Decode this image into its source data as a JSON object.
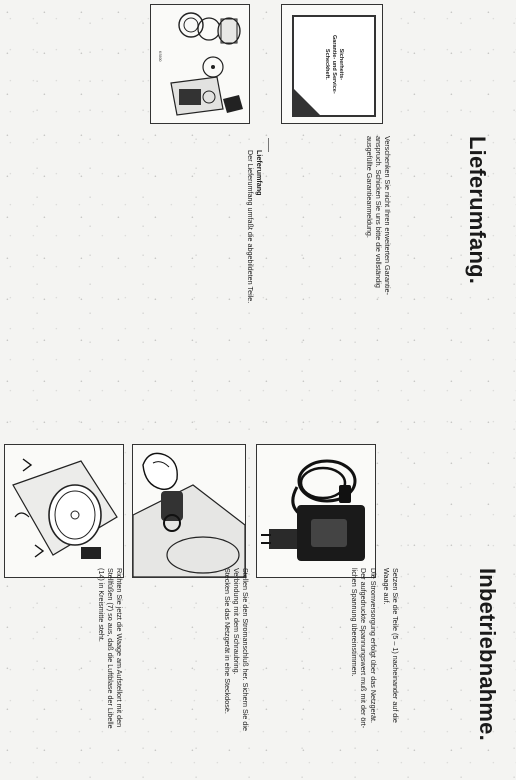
{
  "lieferumfang": {
    "heading": "Lieferumfang.",
    "warranty_lines": [
      "Verschenken Sie nicht Ihren erweiterten Garantie-",
      "anspruch. Schicken Sie uns bitte die vollständig",
      "ausgefüllte Garantieanmeldung."
    ],
    "sub_heading": "Lieferumfang",
    "sub_text": "Der Lieferumfang umfaßt die abgebildeten Teile.",
    "card_lines": [
      "Sicherheits-",
      "Garantie- und Service-",
      "Scheckheft."
    ],
    "model_label": "KS600"
  },
  "inbetriebnahme": {
    "heading": "Inbetriebnahme.",
    "step1_lines": [
      "Setzen Sie die Teile (5 – 1) nacheinander auf die",
      "Waage auf."
    ],
    "step1_parts": "(5 – 1)",
    "step2_lines": [
      "Die Stromversorgung erfolgt über das Netzgerät.",
      "Der aufgedruckte Spannungswert muß mit der ört-",
      "lichen Spannung übereinstimmen."
    ],
    "step3_lines": [
      "Stellen Sie den Stromanschluß her. Sichern Sie die",
      "Verbindung mit dem Schraubring.",
      "Stecken Sie das Netzgerät in eine Steckdose."
    ],
    "step4_lines": [
      "Richten Sie jetzt die Waage am Aufstellort mit den",
      "Stellfüßen (7) so aus, daß die Luftblase der Libelle",
      "(14) in Kreismitte steht."
    ]
  }
}
